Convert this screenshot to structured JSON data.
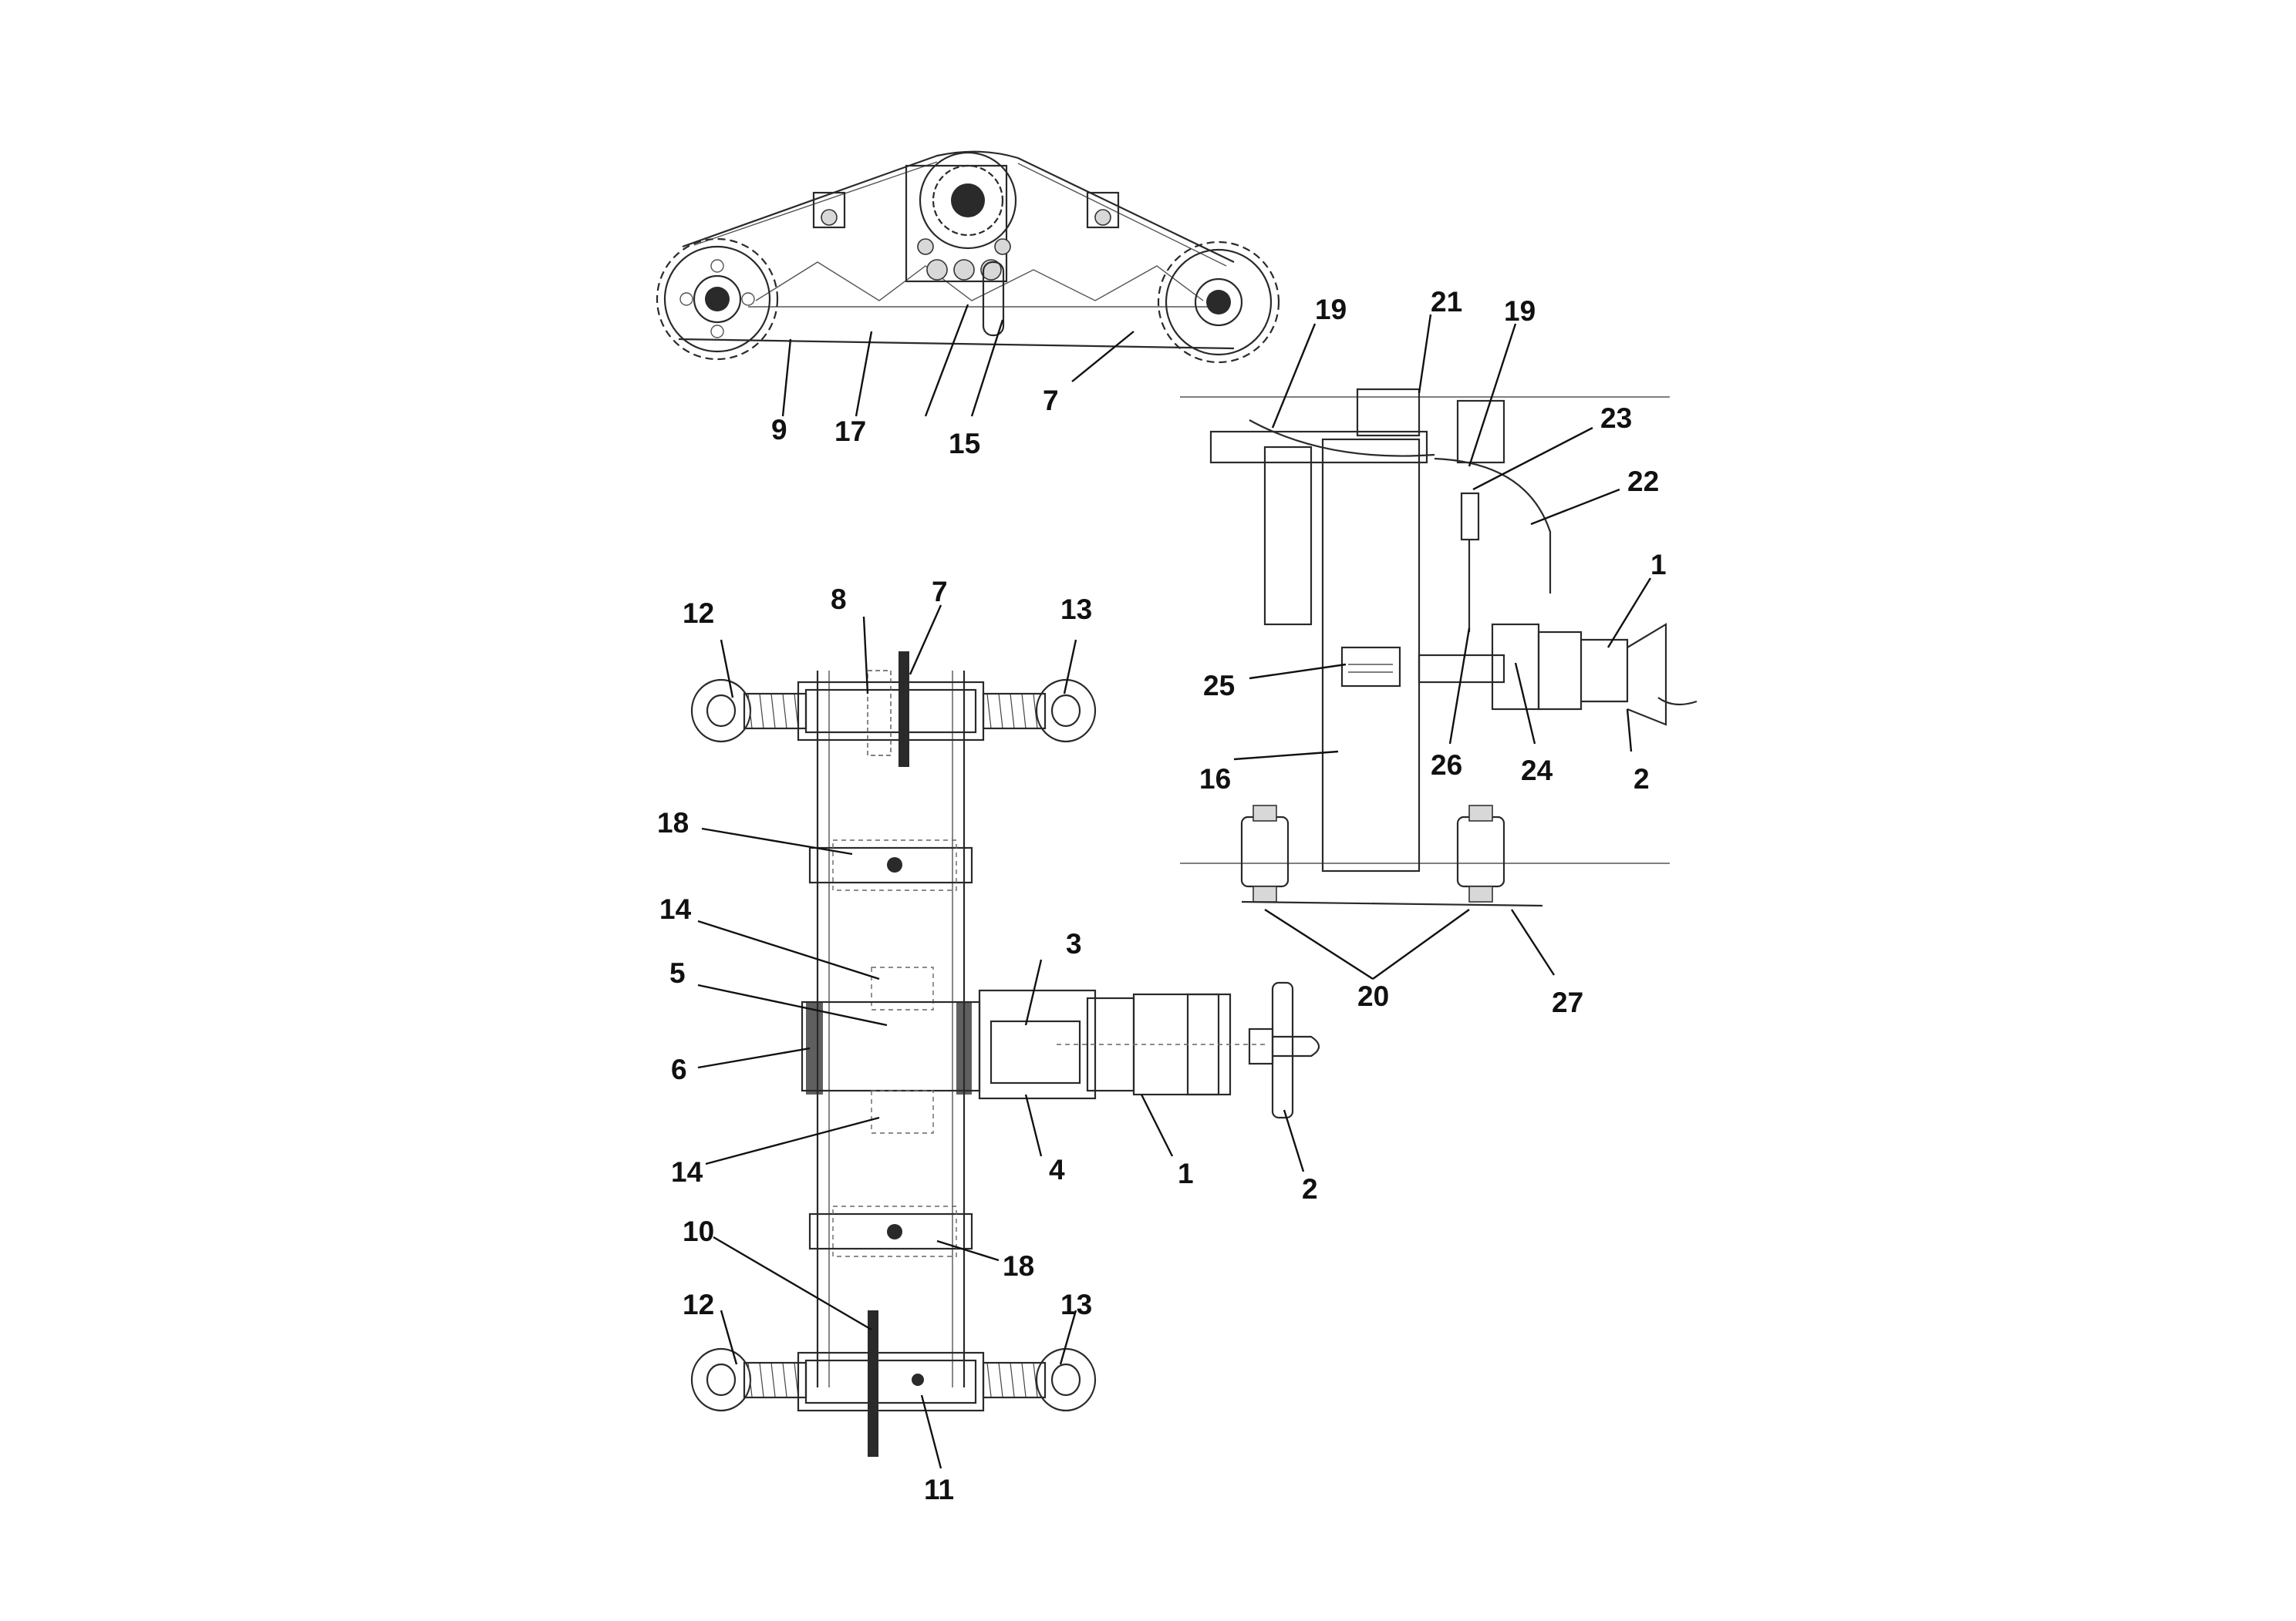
{
  "diagram": {
    "callouts": {
      "c1a": "1",
      "c1b": "1",
      "c2a": "2",
      "c2b": "2",
      "c3": "3",
      "c4": "4",
      "c5": "5",
      "c6": "6",
      "c7a": "7",
      "c7b": "7",
      "c8": "8",
      "c9": "9",
      "c10": "10",
      "c11": "11",
      "c12a": "12",
      "c12b": "12",
      "c13a": "13",
      "c13b": "13",
      "c14a": "14",
      "c14b": "14",
      "c15": "15",
      "c16": "16",
      "c17": "17",
      "c18a": "18",
      "c18b": "18",
      "c19a": "19",
      "c19b": "19",
      "c20": "20",
      "c21": "21",
      "c22": "22",
      "c23": "23",
      "c24": "24",
      "c25": "25",
      "c26": "26",
      "c27": "27"
    }
  }
}
